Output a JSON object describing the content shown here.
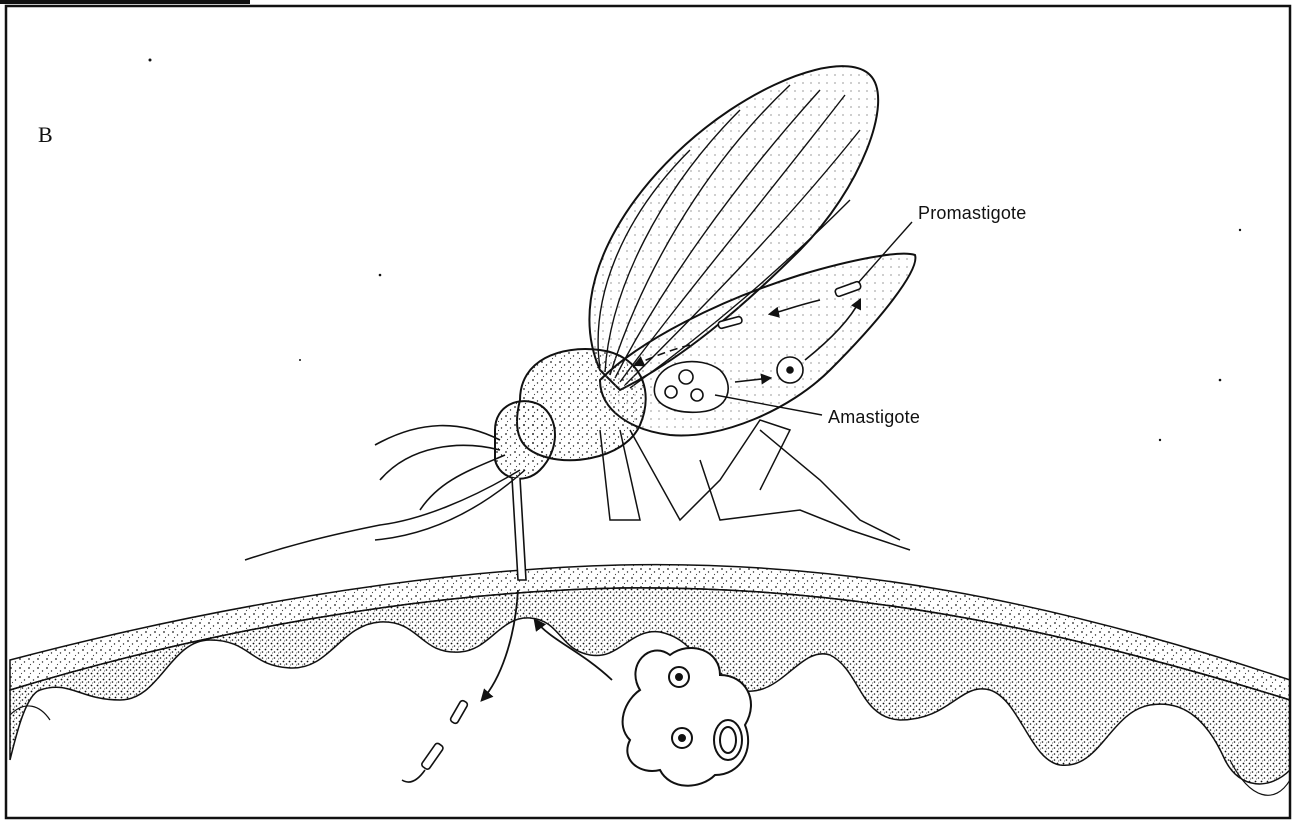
{
  "figure": {
    "panel_letter": "B",
    "labels": {
      "promastigote": "Promastigote",
      "amastigote": "Amastigote"
    },
    "colors": {
      "ink": "#111111",
      "background": "#ffffff"
    }
  }
}
